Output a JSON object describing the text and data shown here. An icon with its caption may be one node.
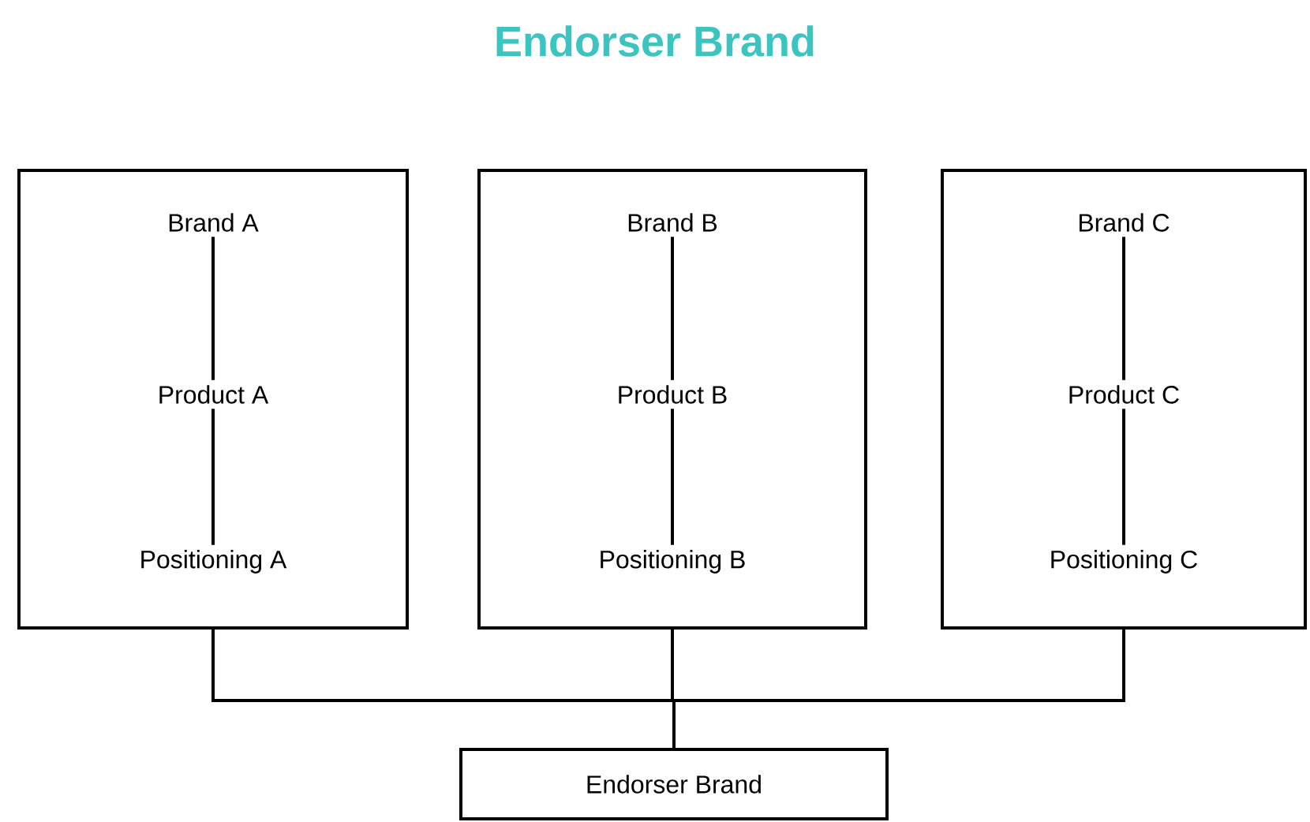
{
  "diagram": {
    "title": "Endorser Brand",
    "nodes": [
      {
        "text": [],
        "shape": "box"
      },
      {
        "text": [
          "Brand A"
        ],
        "in": 0
      },
      {
        "text": [
          "Product A"
        ],
        "in": 0
      },
      {
        "text": [
          "Positioning A"
        ],
        "in": 0
      },
      {
        "text": [],
        "shape": "box"
      },
      {
        "text": [
          "Brand B"
        ],
        "in": 4
      },
      {
        "text": [
          "Product B"
        ],
        "in": 4
      },
      {
        "text": [
          "Positioning B"
        ],
        "in": 4
      },
      {
        "text": [],
        "shape": "box"
      },
      {
        "text": [
          "Brand C"
        ],
        "in": 8
      },
      {
        "text": [
          "Product C"
        ],
        "in": 8
      },
      {
        "text": [
          "Positioning C"
        ],
        "in": 8
      },
      {
        "text": [
          "Endorser Brand"
        ]
      }
    ],
    "edges": [
      {
        "from": 1,
        "to": 2,
        "arrow": "none"
      },
      {
        "from": 2,
        "to": 3,
        "arrow": "none"
      },
      {
        "from": 5,
        "to": 6,
        "arrow": "none"
      },
      {
        "from": 6,
        "to": 7,
        "arrow": "none"
      },
      {
        "from": 9,
        "to": 10,
        "arrow": "none"
      },
      {
        "from": 10,
        "to": 11,
        "arrow": "none"
      },
      {
        "from": 0,
        "to": 12,
        "arrow": "none"
      },
      {
        "from": 4,
        "to": 12,
        "arrow": "none"
      },
      {
        "from": 8,
        "to": 12,
        "arrow": "none"
      }
    ]
  }
}
